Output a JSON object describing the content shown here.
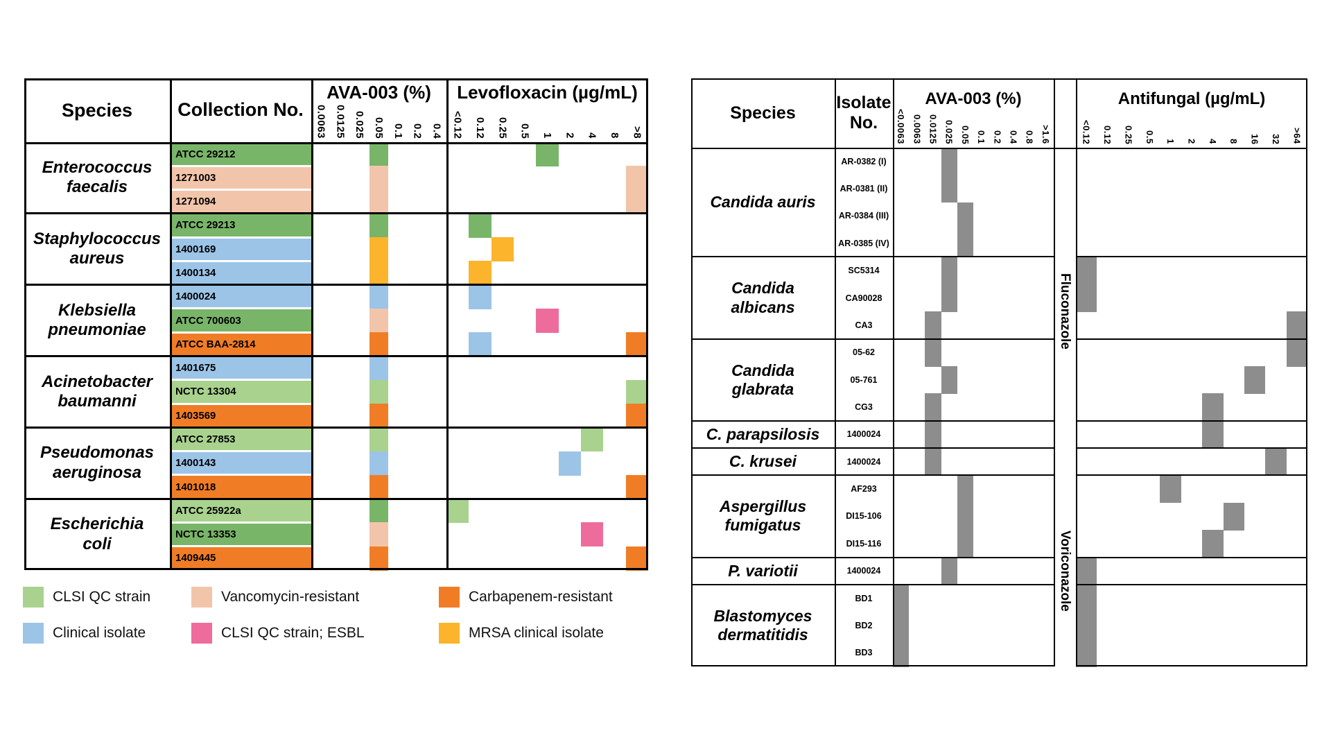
{
  "figure_title": "AVA-003 MIC distribution tables",
  "colors": {
    "dgreen": "#79B569",
    "lgreen": "#A9D28E",
    "peach": "#F2C5AB",
    "blue": "#9CC4E7",
    "orange": "#F07D26",
    "pink": "#EE6C9B",
    "yellow": "#FBB42C",
    "gray": "#8D8D8D",
    "border": "#000000",
    "background": "#FFFFFF"
  },
  "legend": {
    "items": [
      {
        "color": "lgreen",
        "label": "CLSI QC strain"
      },
      {
        "color": "peach",
        "label": "Vancomycin-resistant"
      },
      {
        "color": "orange",
        "label": "Carbapenem-resistant"
      },
      {
        "color": "blue",
        "label": "Clinical isolate"
      },
      {
        "color": "pink",
        "label": "CLSI QC strain; ESBL"
      },
      {
        "color": "yellow",
        "label": "MRSA clinical isolate"
      }
    ]
  },
  "chart_data": [
    {
      "type": "heatmap",
      "name": "bacteria-mic-table",
      "title": "AVA-003 (%) and Levofloxacin (µg/mL) MICs for bacterial strains",
      "col_headers": {
        "species": "Species",
        "isolate": "Collection No."
      },
      "sections": [
        {
          "key": "ava",
          "title": "AVA-003 (%)",
          "ticks": [
            "0.0063",
            "0.0125",
            "0.025",
            "0.05",
            "0.1",
            "0.2",
            "0.4"
          ]
        },
        {
          "key": "levo",
          "title": "Levofloxacin (µg/mL)",
          "ticks": [
            "<0.12",
            "0.12",
            "0.25",
            "0.5",
            "1",
            "2",
            "4",
            "8",
            ">8"
          ]
        }
      ],
      "groups": [
        {
          "species": [
            "Enterococcus",
            "faecalis"
          ],
          "rows": [
            {
              "id": "ATCC 29212",
              "cell_color": "dgreen",
              "marks": [
                {
                  "sec": "ava",
                  "col": "0.05",
                  "color": "dgreen"
                },
                {
                  "sec": "levo",
                  "col": "1",
                  "color": "dgreen"
                }
              ]
            },
            {
              "id": "1271003",
              "cell_color": "peach",
              "marks": [
                {
                  "sec": "ava",
                  "col": "0.05",
                  "color": "peach"
                },
                {
                  "sec": "levo",
                  "col": ">8",
                  "color": "peach"
                }
              ]
            },
            {
              "id": "1271094",
              "cell_color": "peach",
              "marks": [
                {
                  "sec": "ava",
                  "col": "0.05",
                  "color": "peach"
                },
                {
                  "sec": "levo",
                  "col": ">8",
                  "color": "peach"
                }
              ]
            }
          ]
        },
        {
          "species": [
            "Staphylococcus",
            "aureus"
          ],
          "rows": [
            {
              "id": "ATCC 29213",
              "cell_color": "dgreen",
              "marks": [
                {
                  "sec": "ava",
                  "col": "0.05",
                  "color": "dgreen"
                },
                {
                  "sec": "levo",
                  "col": "0.12",
                  "color": "dgreen"
                }
              ]
            },
            {
              "id": "1400169",
              "cell_color": "blue",
              "marks": [
                {
                  "sec": "ava",
                  "col": "0.05",
                  "color": "yellow"
                },
                {
                  "sec": "levo",
                  "col": "0.25",
                  "color": "yellow"
                }
              ]
            },
            {
              "id": "1400134",
              "cell_color": "blue",
              "marks": [
                {
                  "sec": "ava",
                  "col": "0.05",
                  "color": "yellow"
                },
                {
                  "sec": "levo",
                  "col": "0.12",
                  "color": "yellow"
                }
              ]
            }
          ]
        },
        {
          "species": [
            "Klebsiella",
            "pneumoniae"
          ],
          "rows": [
            {
              "id": "1400024",
              "cell_color": "blue",
              "marks": [
                {
                  "sec": "ava",
                  "col": "0.05",
                  "color": "blue"
                },
                {
                  "sec": "levo",
                  "col": "0.12",
                  "color": "blue"
                }
              ]
            },
            {
              "id": "ATCC 700603",
              "cell_color": "dgreen",
              "marks": [
                {
                  "sec": "ava",
                  "col": "0.05",
                  "color": "peach"
                },
                {
                  "sec": "levo",
                  "col": "1",
                  "color": "pink"
                }
              ]
            },
            {
              "id": "ATCC BAA-2814",
              "cell_color": "orange",
              "marks": [
                {
                  "sec": "ava",
                  "col": "0.05",
                  "color": "orange"
                },
                {
                  "sec": "levo",
                  "col": "0.12",
                  "color": "blue"
                },
                {
                  "sec": "levo",
                  "col": ">8",
                  "color": "orange"
                }
              ]
            }
          ]
        },
        {
          "species": [
            "Acinetobacter",
            "baumanni"
          ],
          "rows": [
            {
              "id": "1401675",
              "cell_color": "blue",
              "marks": [
                {
                  "sec": "ava",
                  "col": "0.05",
                  "color": "blue"
                }
              ]
            },
            {
              "id": "NCTC 13304",
              "cell_color": "lgreen",
              "marks": [
                {
                  "sec": "ava",
                  "col": "0.05",
                  "color": "lgreen"
                },
                {
                  "sec": "levo",
                  "col": ">8",
                  "color": "lgreen"
                }
              ]
            },
            {
              "id": "1403569",
              "cell_color": "orange",
              "marks": [
                {
                  "sec": "ava",
                  "col": "0.05",
                  "color": "orange"
                },
                {
                  "sec": "levo",
                  "col": ">8",
                  "color": "orange"
                }
              ]
            }
          ]
        },
        {
          "species": [
            "Pseudomonas",
            "aeruginosa"
          ],
          "rows": [
            {
              "id": "ATCC 27853",
              "cell_color": "lgreen",
              "marks": [
                {
                  "sec": "ava",
                  "col": "0.05",
                  "color": "lgreen"
                },
                {
                  "sec": "levo",
                  "col": "4",
                  "color": "lgreen"
                }
              ]
            },
            {
              "id": "1400143",
              "cell_color": "blue",
              "marks": [
                {
                  "sec": "ava",
                  "col": "0.05",
                  "color": "blue"
                },
                {
                  "sec": "levo",
                  "col": "2",
                  "color": "blue"
                }
              ]
            },
            {
              "id": "1401018",
              "cell_color": "orange",
              "marks": [
                {
                  "sec": "ava",
                  "col": "0.05",
                  "color": "orange"
                },
                {
                  "sec": "levo",
                  "col": ">8",
                  "color": "orange"
                }
              ]
            }
          ]
        },
        {
          "species": [
            "Escherichia",
            "coli"
          ],
          "rows": [
            {
              "id": "ATCC 25922a",
              "cell_color": "lgreen",
              "marks": [
                {
                  "sec": "ava",
                  "col": "0.05",
                  "color": "dgreen"
                },
                {
                  "sec": "levo",
                  "col": "<0.12",
                  "color": "lgreen"
                }
              ]
            },
            {
              "id": "NCTC 13353",
              "cell_color": "dgreen",
              "marks": [
                {
                  "sec": "ava",
                  "col": "0.05",
                  "color": "peach"
                },
                {
                  "sec": "levo",
                  "col": "4",
                  "color": "pink"
                }
              ]
            },
            {
              "id": "1409445",
              "cell_color": "orange",
              "marks": [
                {
                  "sec": "ava",
                  "col": "0.05",
                  "color": "orange"
                },
                {
                  "sec": "levo",
                  "col": ">8",
                  "color": "orange"
                }
              ]
            }
          ]
        }
      ]
    },
    {
      "type": "heatmap",
      "name": "fungal-mic-table",
      "title": "AVA-003 (%) and Antifungal (µg/mL) MICs for fungal isolates",
      "col_headers": {
        "species": "Species",
        "isolate": [
          "Isolate",
          "No."
        ]
      },
      "sections": [
        {
          "key": "ava",
          "title": "AVA-003 (%)",
          "ticks": [
            "<0.0063",
            "0.0063",
            "0.0125",
            "0.025",
            "0.05",
            "0.1",
            "0.2",
            "0.4",
            "0.8",
            ">1.6"
          ]
        },
        {
          "key": "af",
          "title": "Antifungal (µg/mL)",
          "ticks": [
            "<0.12",
            "0.12",
            "0.25",
            "0.5",
            "1",
            "2",
            "4",
            "8",
            "16",
            "32",
            ">64"
          ]
        }
      ],
      "drug_labels": [
        {
          "label": "Fluconazole",
          "row_start": 0,
          "row_end": 11
        },
        {
          "label": "Voriconazole",
          "row_start": 12,
          "row_end": 18
        }
      ],
      "groups": [
        {
          "species": [
            "Candida auris"
          ],
          "rows": [
            {
              "id": "AR-0382 (I)",
              "marks": [
                {
                  "sec": "ava",
                  "col": "0.025",
                  "color": "gray"
                }
              ]
            },
            {
              "id": "AR-0381 (II)",
              "marks": [
                {
                  "sec": "ava",
                  "col": "0.025",
                  "color": "gray"
                }
              ]
            },
            {
              "id": "AR-0384 (III)",
              "marks": [
                {
                  "sec": "ava",
                  "col": "0.05",
                  "color": "gray"
                }
              ]
            },
            {
              "id": "AR-0385 (IV)",
              "marks": [
                {
                  "sec": "ava",
                  "col": "0.05",
                  "color": "gray"
                }
              ]
            }
          ]
        },
        {
          "species": [
            "Candida",
            "albicans"
          ],
          "rows": [
            {
              "id": "SC5314",
              "marks": [
                {
                  "sec": "ava",
                  "col": "0.025",
                  "color": "gray"
                },
                {
                  "sec": "af",
                  "col": "<0.12",
                  "color": "gray"
                }
              ]
            },
            {
              "id": "CA90028",
              "marks": [
                {
                  "sec": "ava",
                  "col": "0.025",
                  "color": "gray"
                },
                {
                  "sec": "af",
                  "col": "<0.12",
                  "color": "gray"
                }
              ]
            },
            {
              "id": "CA3",
              "marks": [
                {
                  "sec": "ava",
                  "col": "0.0125",
                  "color": "gray"
                },
                {
                  "sec": "af",
                  "col": ">64",
                  "color": "gray"
                }
              ]
            }
          ]
        },
        {
          "species": [
            "Candida",
            "glabrata"
          ],
          "rows": [
            {
              "id": "05-62",
              "marks": [
                {
                  "sec": "ava",
                  "col": "0.0125",
                  "color": "gray"
                },
                {
                  "sec": "af",
                  "col": ">64",
                  "color": "gray"
                }
              ]
            },
            {
              "id": "05-761",
              "marks": [
                {
                  "sec": "ava",
                  "col": "0.025",
                  "color": "gray"
                },
                {
                  "sec": "af",
                  "col": "16",
                  "color": "gray"
                }
              ]
            },
            {
              "id": "CG3",
              "marks": [
                {
                  "sec": "ava",
                  "col": "0.0125",
                  "color": "gray"
                },
                {
                  "sec": "af",
                  "col": "4",
                  "color": "gray"
                }
              ]
            }
          ]
        },
        {
          "species": [
            "C. parapsilosis"
          ],
          "rows": [
            {
              "id": "1400024",
              "marks": [
                {
                  "sec": "ava",
                  "col": "0.0125",
                  "color": "gray"
                },
                {
                  "sec": "af",
                  "col": "4",
                  "color": "gray"
                }
              ]
            }
          ]
        },
        {
          "species": [
            "C. krusei"
          ],
          "rows": [
            {
              "id": "1400024",
              "marks": [
                {
                  "sec": "ava",
                  "col": "0.0125",
                  "color": "gray"
                },
                {
                  "sec": "af",
                  "col": "32",
                  "color": "gray"
                }
              ]
            }
          ]
        },
        {
          "species": [
            "Aspergillus",
            "fumigatus"
          ],
          "rows": [
            {
              "id": "AF293",
              "marks": [
                {
                  "sec": "ava",
                  "col": "0.05",
                  "color": "gray"
                },
                {
                  "sec": "af",
                  "col": "1",
                  "color": "gray"
                }
              ]
            },
            {
              "id": "DI15-106",
              "marks": [
                {
                  "sec": "ava",
                  "col": "0.05",
                  "color": "gray"
                },
                {
                  "sec": "af",
                  "col": "8",
                  "color": "gray"
                }
              ]
            },
            {
              "id": "DI15-116",
              "marks": [
                {
                  "sec": "ava",
                  "col": "0.05",
                  "color": "gray"
                },
                {
                  "sec": "af",
                  "col": "4",
                  "color": "gray"
                }
              ]
            }
          ]
        },
        {
          "species": [
            "P. variotii"
          ],
          "rows": [
            {
              "id": "1400024",
              "marks": [
                {
                  "sec": "ava",
                  "col": "0.025",
                  "color": "gray"
                },
                {
                  "sec": "af",
                  "col": "<0.12",
                  "color": "gray"
                }
              ]
            }
          ]
        },
        {
          "species": [
            "Blastomyces",
            "dermatitidis"
          ],
          "rows": [
            {
              "id": "BD1",
              "marks": [
                {
                  "sec": "ava",
                  "col": "<0.0063",
                  "color": "gray"
                },
                {
                  "sec": "af",
                  "col": "<0.12",
                  "color": "gray"
                }
              ]
            },
            {
              "id": "BD2",
              "marks": [
                {
                  "sec": "ava",
                  "col": "<0.0063",
                  "color": "gray"
                },
                {
                  "sec": "af",
                  "col": "<0.12",
                  "color": "gray"
                }
              ]
            },
            {
              "id": "BD3",
              "marks": [
                {
                  "sec": "ava",
                  "col": "<0.0063",
                  "color": "gray"
                },
                {
                  "sec": "af",
                  "col": "<0.12",
                  "color": "gray"
                }
              ]
            }
          ]
        }
      ]
    }
  ]
}
